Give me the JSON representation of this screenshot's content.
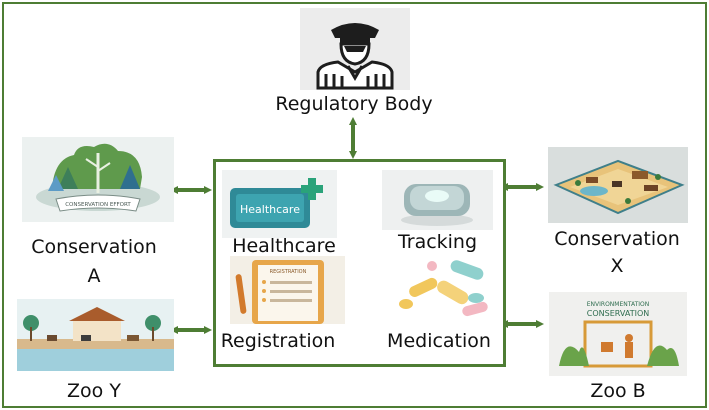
{
  "nodes": {
    "regulatory_body": {
      "label": "Regulatory Body"
    },
    "conservation_a": {
      "label_line1": "Conservation",
      "label_line2": "A",
      "image_text": "CONSERVATION EFFORT"
    },
    "conservation_x": {
      "label_line1": "Conservation",
      "label_line2": "X"
    },
    "zoo_y": {
      "label": "Zoo Y"
    },
    "zoo_b": {
      "label": "Zoo B",
      "image_text_1": "ENVIRONMENTATION",
      "image_text_2": "CONSERVATION"
    }
  },
  "hub": {
    "healthcare": {
      "label": "Healthcare",
      "image_text": "Healthcare"
    },
    "tracking": {
      "label": "Tracking"
    },
    "registration": {
      "label": "Registration",
      "image_text": "REGISTRATION"
    },
    "medication": {
      "label": "Medication"
    }
  },
  "colors": {
    "frame": "#4e7d34",
    "arrow": "#4e7d34"
  }
}
